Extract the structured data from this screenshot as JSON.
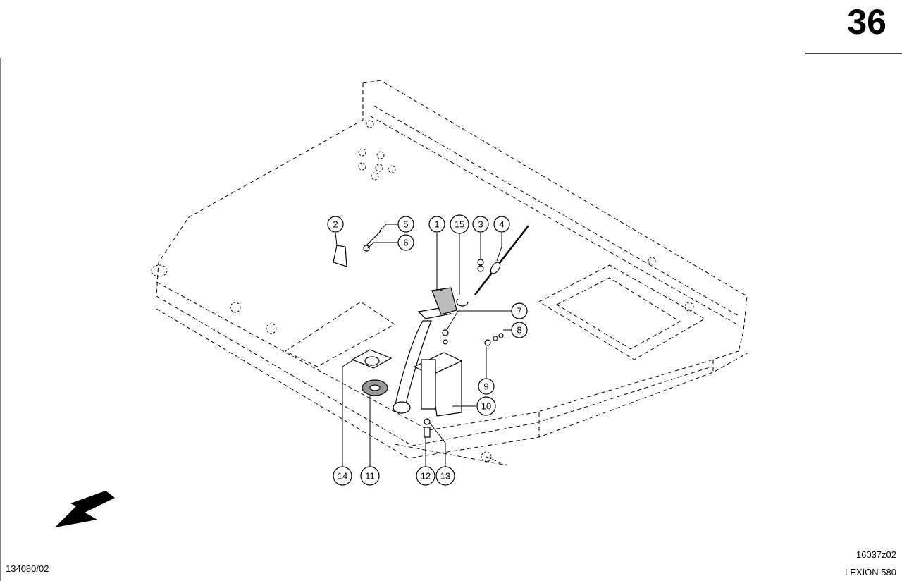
{
  "page": {
    "number": "36"
  },
  "footer": {
    "doc_number": "134080/02",
    "drawing_code": "16037z02",
    "model": "LEXION 580"
  },
  "callouts": [
    {
      "label": "1"
    },
    {
      "label": "2"
    },
    {
      "label": "3"
    },
    {
      "label": "4"
    },
    {
      "label": "5"
    },
    {
      "label": "6"
    },
    {
      "label": "7"
    },
    {
      "label": "8"
    },
    {
      "label": "9"
    },
    {
      "label": "10"
    },
    {
      "label": "11"
    },
    {
      "label": "12"
    },
    {
      "label": "13"
    },
    {
      "label": "14"
    },
    {
      "label": "15"
    }
  ]
}
